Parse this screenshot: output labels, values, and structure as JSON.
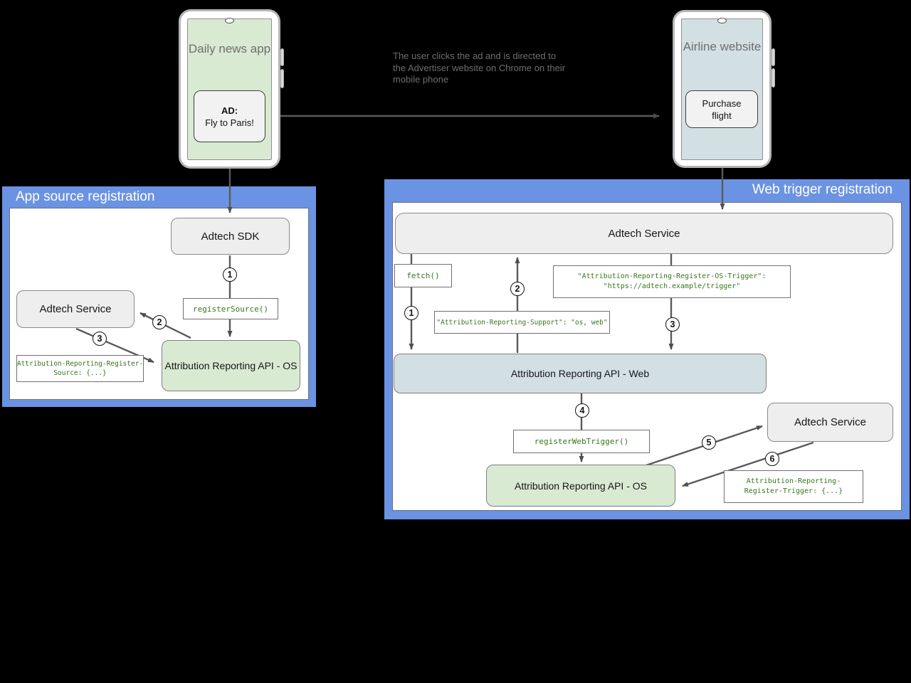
{
  "colors": {
    "panel_blue": "#6b93e3",
    "green_box": "#d9ead3",
    "blue_box": "#d2e0e3",
    "gray_box": "#eeeeee",
    "code_green": "#38761d",
    "arrow_gray": "#5a5a5a"
  },
  "phone_daily_news": {
    "title": "Daily news app",
    "ad_title": "AD:",
    "ad_text": "Fly to Paris!"
  },
  "phone_airline": {
    "title": "Airline website",
    "button": "Purchase flight"
  },
  "annotation": "The user clicks the ad and is directed to the Advertiser website on Chrome on their mobile phone",
  "app_source_panel": {
    "title": "App source registration",
    "adtech_sdk": "Adtech SDK",
    "adtech_service": "Adtech Service",
    "register_source_code": "registerSource()",
    "register_source_header_line1": "Attribution-Reporting-Register-",
    "register_source_header_line2": "Source: {...}",
    "attribution_api_os": "Attribution Reporting API - OS",
    "step1": "1",
    "step2": "2",
    "step3": "3"
  },
  "web_trigger_panel": {
    "title": "Web trigger registration",
    "adtech_service_top": "Adtech Service",
    "fetch_code": "fetch()",
    "support_header": "\"Attribution-Reporting-Support\": \"os, web\"",
    "os_trigger_header_line1": "\"Attribution-Reporting-Register-OS-Trigger\":",
    "os_trigger_header_line2": "\"https://adtech.example/trigger\"",
    "attribution_api_web": "Attribution Reporting API - Web",
    "register_web_trigger_code": "registerWebTrigger()",
    "attribution_api_os": "Attribution Reporting API - OS",
    "adtech_service_right": "Adtech Service",
    "register_trigger_header_line1": "Attribution-Reporting-",
    "register_trigger_header_line2": "Register-Trigger: {...}",
    "step1": "1",
    "step2": "2",
    "step3": "3",
    "step4": "4",
    "step5": "5",
    "step6": "6"
  }
}
